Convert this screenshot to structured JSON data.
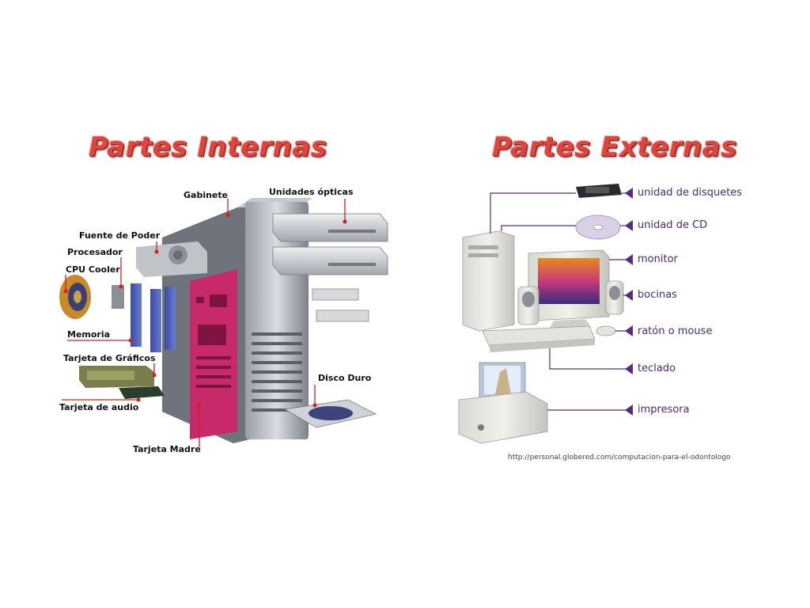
{
  "internal": {
    "title": "Partes Internas",
    "labels": {
      "gabinete": "Gabinete",
      "unidades_opticas": "Unidades ópticas",
      "fuente_de_poder": "Fuente de Poder",
      "procesador": "Procesador",
      "cpu_cooler": "CPU Cooler",
      "memoria": "Memoria",
      "tarjeta_graficos": "Tarjeta de Gráficos",
      "disco_duro": "Disco Duro",
      "tarjeta_audio": "Tarjeta de audio",
      "tarjeta_madre": "Tarjeta Madre"
    }
  },
  "external": {
    "title": "Partes Externas",
    "labels": {
      "unidad_disquetes": "unidad de disquetes",
      "unidad_cd": "unidad de CD",
      "monitor": "monitor",
      "bocinas": "bocinas",
      "raton": "ratón o mouse",
      "teclado": "teclado",
      "impresora": "impresora"
    }
  },
  "source_url": "http://personal.globered.com/computacion-para-el-odontologo",
  "colors": {
    "title_red": "#e0443c",
    "internal_leader": "#d02020",
    "external_leader": "#5a2a82",
    "motherboard": "#c8296a"
  }
}
